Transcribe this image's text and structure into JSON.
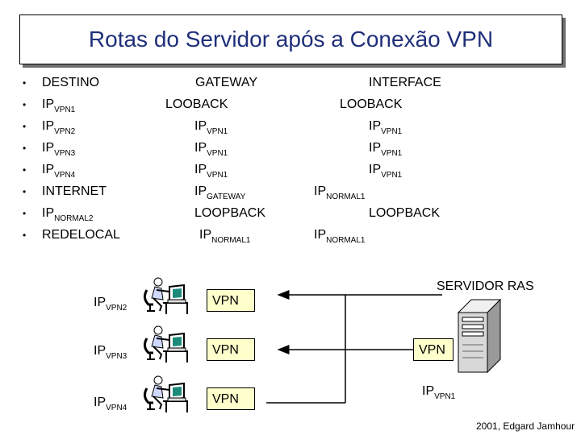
{
  "title": "Rotas do Servidor após a Conexão VPN",
  "bullet_symbol": "•",
  "headers": {
    "destination": "DESTINO",
    "gateway": "GATEWAY",
    "interface": "INTERFACE"
  },
  "routes": [
    {
      "dest": "IP",
      "dest_sub": "VPN1",
      "gw": "LOOBACK",
      "gw_sub": "",
      "iface": "LOOBACK",
      "iface_sub": ""
    },
    {
      "dest": "IP",
      "dest_sub": "VPN2",
      "gw": "IP",
      "gw_sub": "VPN1",
      "iface": "IP",
      "iface_sub": "VPN1"
    },
    {
      "dest": "IP",
      "dest_sub": "VPN3",
      "gw": "IP",
      "gw_sub": "VPN1",
      "iface": "IP",
      "iface_sub": "VPN1"
    },
    {
      "dest": "IP",
      "dest_sub": "VPN4",
      "gw": "IP",
      "gw_sub": "VPN1",
      "iface": "IP",
      "iface_sub": "VPN1"
    },
    {
      "dest": "INTERNET",
      "dest_sub": "",
      "gw": "IP",
      "gw_sub": "GATEWAY",
      "iface": "IP",
      "iface_sub": "NORMAL1"
    },
    {
      "dest": "IP",
      "dest_sub": "NORMAL2",
      "gw": "LOOPBACK",
      "gw_sub": "",
      "iface": "LOOPBACK",
      "iface_sub": ""
    },
    {
      "dest": "REDELOCAL",
      "dest_sub": "",
      "gw": "IP",
      "gw_sub": "NORMAL1",
      "iface": "IP",
      "iface_sub": "NORMAL1"
    }
  ],
  "clients": [
    {
      "ip": "IP",
      "ip_sub": "VPN2",
      "tunnel": "VPN"
    },
    {
      "ip": "IP",
      "ip_sub": "VPN3",
      "tunnel": "VPN"
    },
    {
      "ip": "IP",
      "ip_sub": "VPN4",
      "tunnel": "VPN"
    }
  ],
  "server": {
    "label": "SERVIDOR RAS",
    "tunnel": "VPN",
    "ip": "IP",
    "ip_sub": "VPN1"
  },
  "icons": {
    "client": "user-at-computer-icon",
    "server": "server-tower-icon"
  },
  "colors": {
    "title_text": "#1f2f7a",
    "vpn_box": "#ffffcc",
    "server_body": "#d8d8d8"
  },
  "footer": "2001, Edgard Jamhour"
}
